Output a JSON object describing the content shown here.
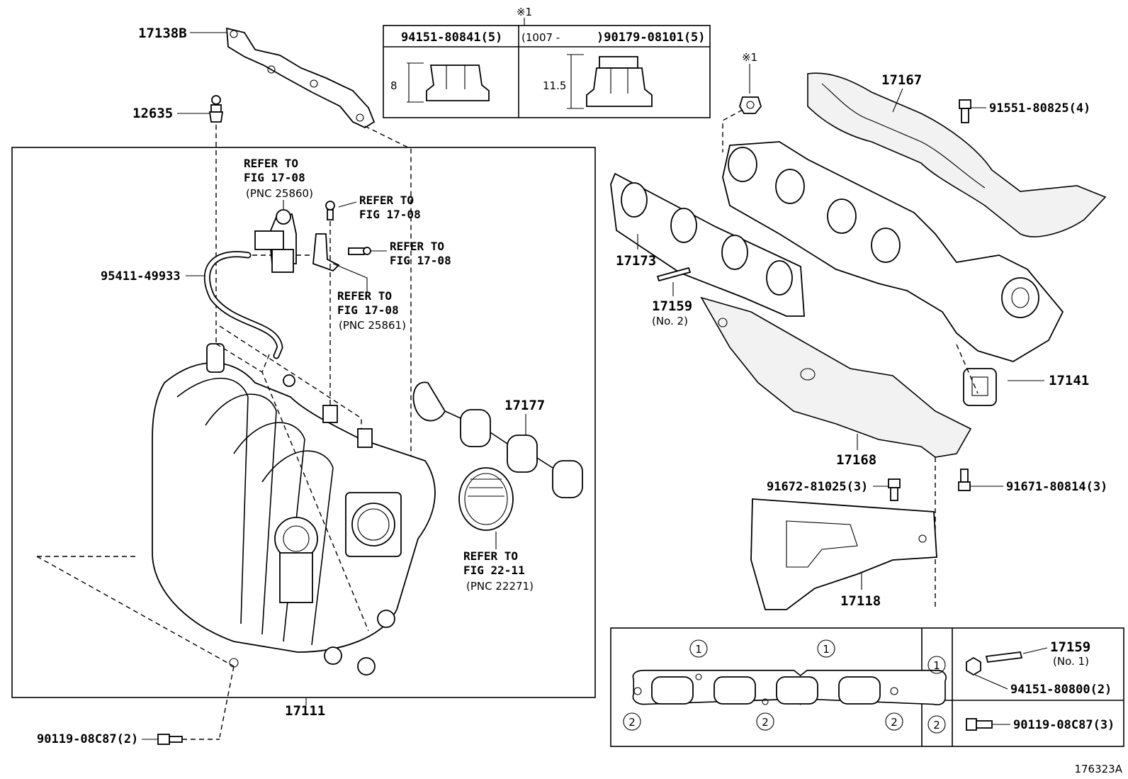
{
  "table_top": {
    "marker": "※1",
    "col1_part": "94151-80841(5)",
    "col2_range": "(1007 -",
    "col2_part": ")90179-08101(5)",
    "col1_dim": "8",
    "col2_dim": "11.5"
  },
  "labels": {
    "p17138B": "17138B",
    "p12635": "12635",
    "p95411": "95411-49933",
    "ref1_line1": "REFER TO",
    "ref1_line2": "FIG 17-08",
    "ref1_line3": "(PNC 25860)",
    "ref2_line1": "REFER TO",
    "ref2_line2": "FIG 17-08",
    "ref3_line1": "REFER TO",
    "ref3_line2": "FIG 17-08",
    "ref4_line1": "REFER TO",
    "ref4_line2": "FIG 17-08",
    "ref4_line3": "(PNC 25861)",
    "p17177": "17177",
    "ref5_line1": "REFER TO",
    "ref5_line2": "FIG 22-11",
    "ref5_line3": "(PNC 22271)",
    "p17111": "17111",
    "p90119a": "90119-08C87(2)",
    "marker_nut": "※1",
    "p17167": "17167",
    "p91551": "91551-80825(4)",
    "p17173": "17173",
    "p17159a": "17159",
    "p17159a_sub": "(No. 2)",
    "p17141": "17141",
    "p17168": "17168",
    "p91672": "91672-81025(3)",
    "p91671": "91671-80814(3)",
    "p17118": "17118",
    "p17159b": "17159",
    "p17159b_sub": "(No. 1)",
    "p94151": "94151-80800(2)",
    "p90119b": "90119-08C87(3)",
    "fig_id": "176323A"
  },
  "legend": {
    "c1": "1",
    "c2": "2"
  }
}
